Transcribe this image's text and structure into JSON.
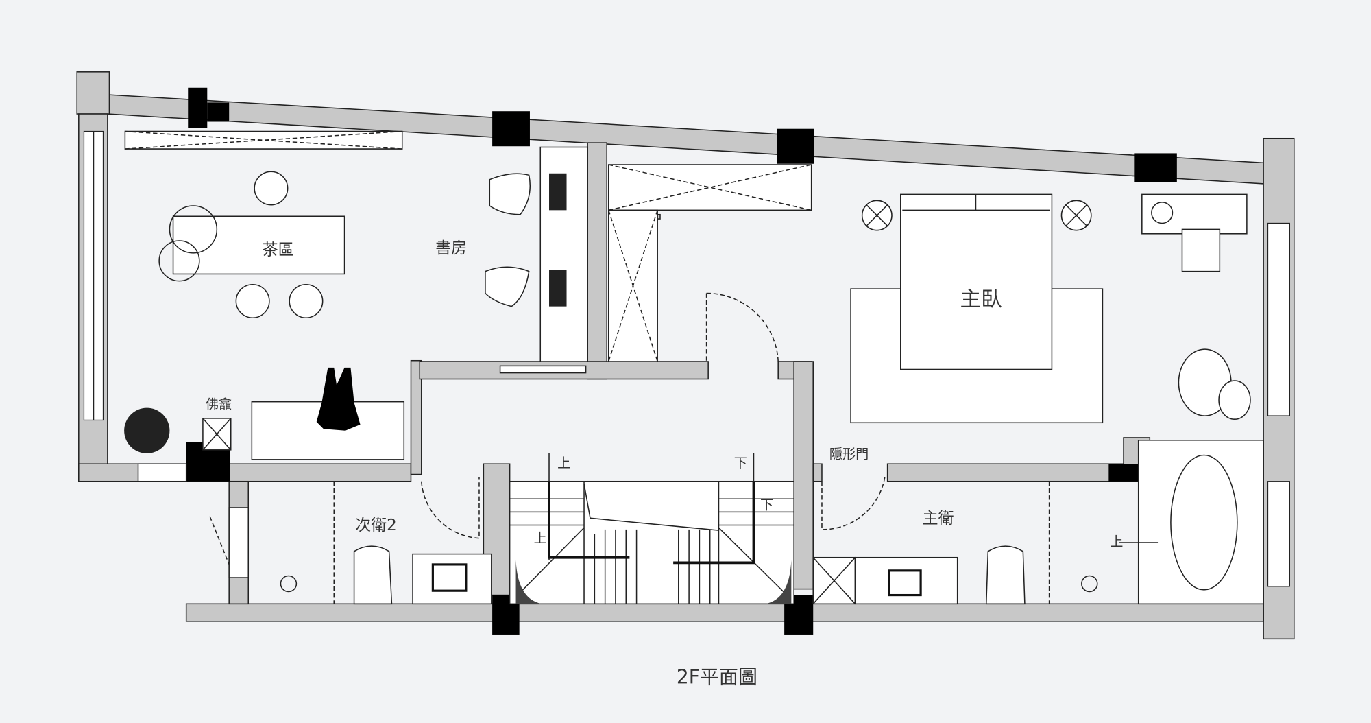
{
  "title": "2F平面圖",
  "rooms": {
    "tea_area": "茶區",
    "study": "書房",
    "master_bedroom": "主臥",
    "altar": "佛龕",
    "hidden_door": "隱形門",
    "second_bathroom": "次衛2",
    "master_bathroom": "主衛"
  },
  "stairs": {
    "up_1": "上",
    "down_1": "下",
    "down_2": "下",
    "up_2": "上",
    "up_bath": "上"
  },
  "colors": {
    "background": "#f2f3f5",
    "wall": "#c8c8c8",
    "column": "#000000"
  }
}
